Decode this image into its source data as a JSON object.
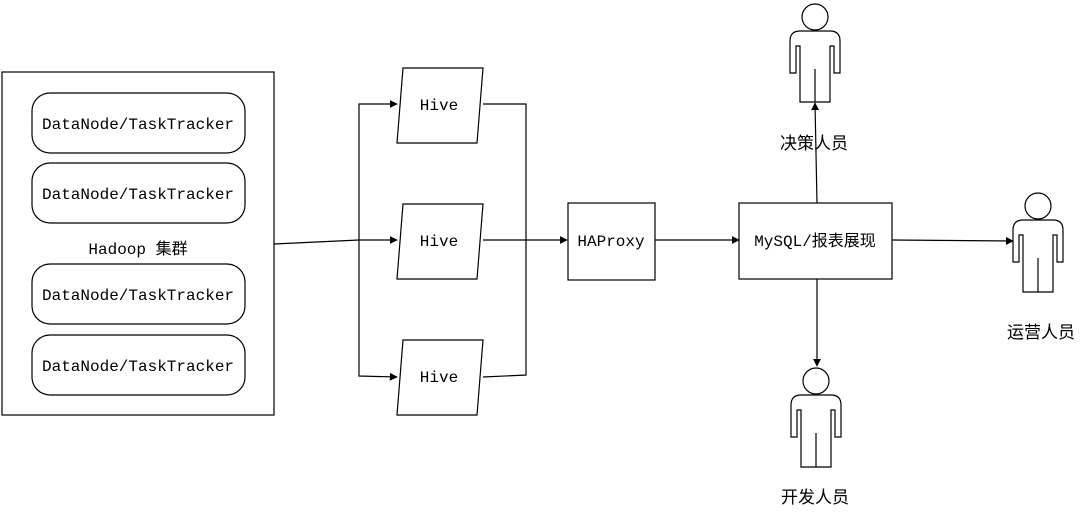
{
  "cluster": {
    "label": "Hadoop 集群",
    "nodes": [
      "DataNode/TaskTracker",
      "DataNode/TaskTracker",
      "DataNode/TaskTracker",
      "DataNode/TaskTracker"
    ]
  },
  "hive_nodes": [
    "Hive",
    "Hive",
    "Hive"
  ],
  "proxy": "HAProxy",
  "report": "MySQL/报表展现",
  "people": {
    "decision": "决策人员",
    "operations": "运营人员",
    "developers": "开发人员"
  }
}
